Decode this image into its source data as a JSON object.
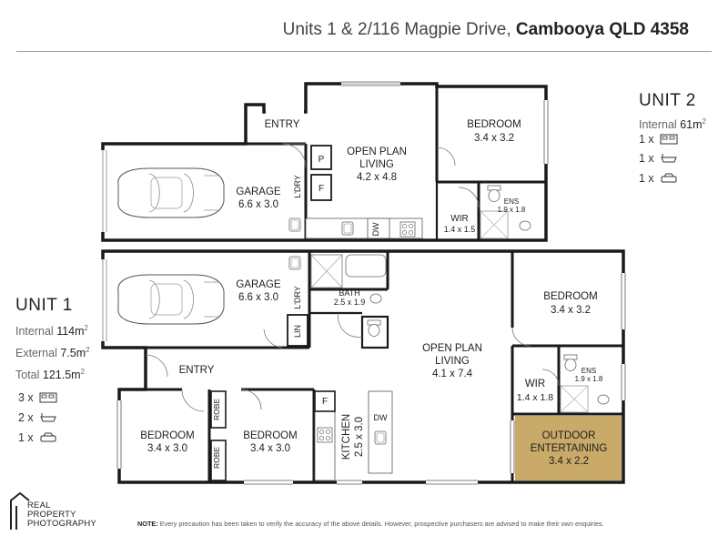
{
  "header": {
    "address": "Units 1 & 2/116 Magpie Drive,",
    "suburb": "Cambooya QLD 4358"
  },
  "unit2": {
    "title": "UNIT 2",
    "internal_label": "Internal",
    "internal_value": "61m",
    "area_unit_sup": "2",
    "features": [
      {
        "count": "1 x",
        "icon": "bed-icon"
      },
      {
        "count": "1 x",
        "icon": "bath-icon"
      },
      {
        "count": "1 x",
        "icon": "car-icon"
      }
    ],
    "rooms": {
      "entry": "ENTRY",
      "garage_name": "GARAGE",
      "garage_dim": "6.6 x 3.0",
      "ldry": "L'DRY",
      "pantry": "P",
      "fridge": "F",
      "living_name1": "OPEN PLAN",
      "living_name2": "LIVING",
      "living_dim": "4.2 x 4.8",
      "dw": "DW",
      "bedroom_name": "BEDROOM",
      "bedroom_dim": "3.4 x 3.2",
      "wir_name": "WIR",
      "wir_dim": "1.4 x 1.5",
      "ens_name": "ENS",
      "ens_dim": "1.9 x 1.8"
    }
  },
  "unit1": {
    "title": "UNIT 1",
    "internal_label": "Internal",
    "internal_value": "114m",
    "external_label": "External",
    "external_value": "7.5m",
    "total_label": "Total",
    "total_value": "121.5m",
    "area_unit_sup": "2",
    "features": [
      {
        "count": "3 x",
        "icon": "bed-icon"
      },
      {
        "count": "2 x",
        "icon": "bath-icon"
      },
      {
        "count": "1 x",
        "icon": "car-icon"
      }
    ],
    "rooms": {
      "garage_name": "GARAGE",
      "garage_dim": "6.6 x 3.0",
      "ldry": "L'DRY",
      "lin": "LIN",
      "bath_name": "BATH",
      "bath_dim": "2.5 x 1.9",
      "living_name1": "OPEN PLAN",
      "living_name2": "LIVING",
      "living_dim": "4.1 x 7.4",
      "entry": "ENTRY",
      "bed1_name": "BEDROOM",
      "bed1_dim": "3.4 x 3.0",
      "bed2_name": "BEDROOM",
      "bed2_dim": "3.4 x 3.0",
      "robe1": "ROBE",
      "robe2": "ROBE",
      "fridge": "F",
      "kitchen_name": "KITCHEN",
      "kitchen_dim": "2.5 x 3.0",
      "dw": "DW",
      "bedroom_name": "BEDROOM",
      "bedroom_dim": "3.4 x 3.2",
      "wir_name": "WIR",
      "wir_dim": "1.4 x 1.8",
      "ens_name": "ENS",
      "ens_dim": "1.9 x 1.8",
      "outdoor_name1": "OUTDOOR",
      "outdoor_name2": "ENTERTAINING",
      "outdoor_dim": "3.4 x 2.2"
    }
  },
  "colors": {
    "wall": "#1a1a1a",
    "outdoor_fill": "#c9aa68",
    "fixture": "#777777"
  },
  "logo": {
    "line1": "REAL",
    "line2": "PROPERTY",
    "line3": "PHOTOGRAPHY"
  },
  "note": {
    "label": "NOTE:",
    "text": "Every precaution has been taken to verify the accuracy of the above details. However, prospective purchasers are advised to make their own enquiries."
  }
}
